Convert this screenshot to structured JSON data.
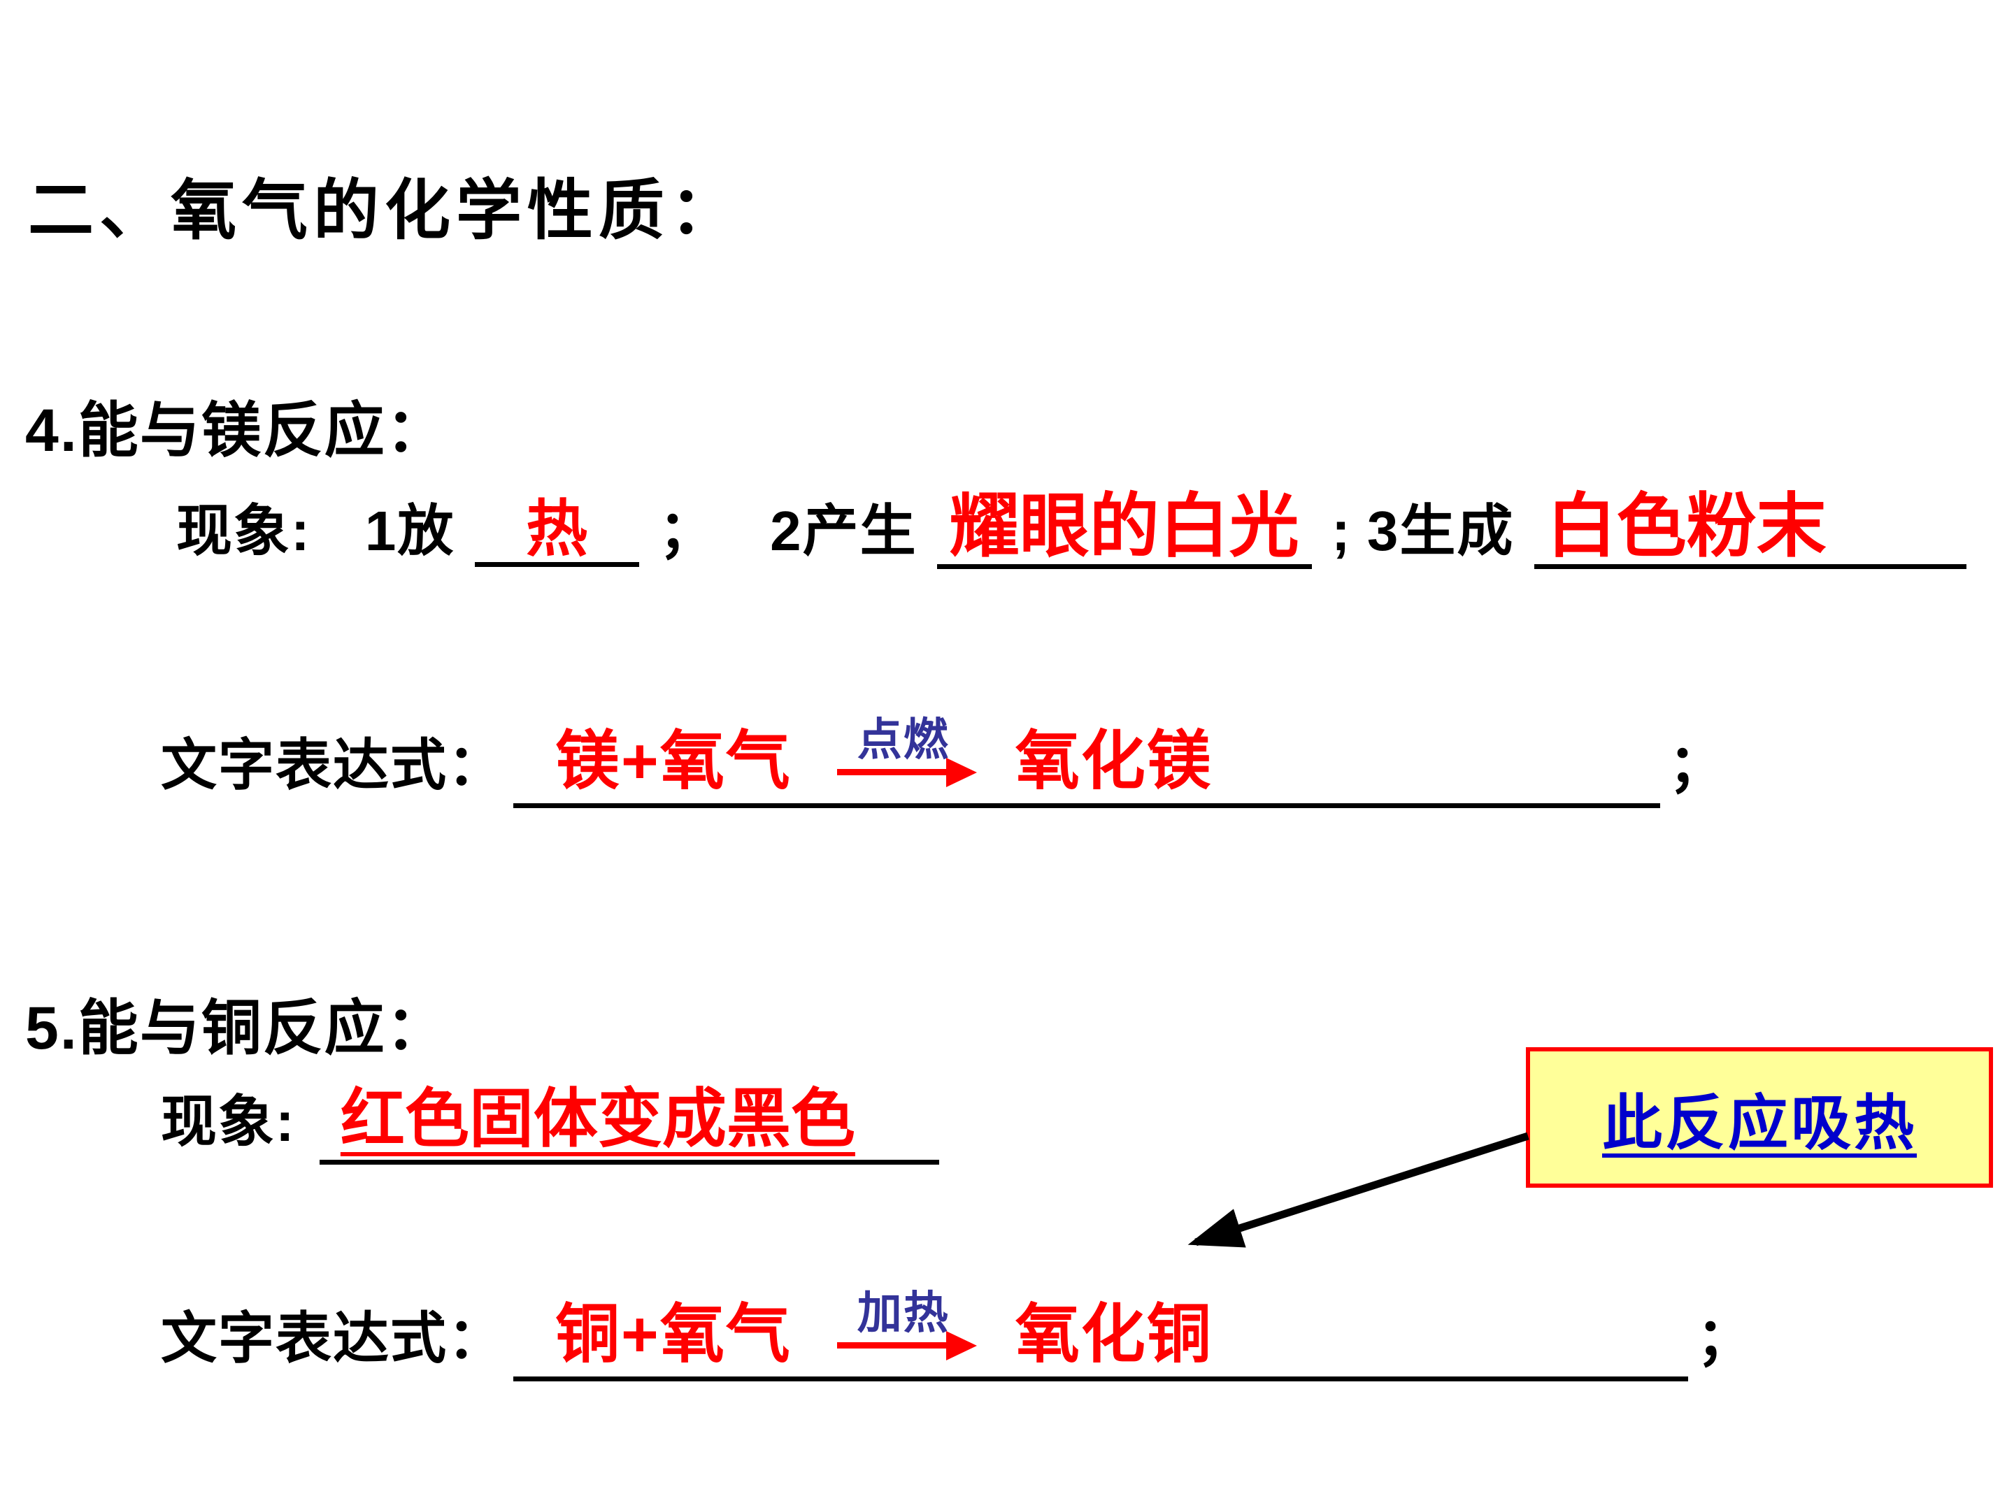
{
  "title": "二、氧气的化学性质：",
  "colors": {
    "answer_red": "#ff0000",
    "condition_blue": "#333399",
    "callout_text_blue": "#0000cc",
    "callout_background": "#ffff99",
    "callout_border": "#ff0000",
    "body_black": "#000000",
    "page_background": "#ffffff"
  },
  "section4": {
    "heading": "4.能与镁反应：",
    "phenomena": {
      "label": "现象:",
      "p1_pre": "1放",
      "p1_answer": "热",
      "p1_sep": "；",
      "p2_pre": "2产生",
      "p2_answer": "耀眼的白光",
      "p2_sep": ";",
      "p3_pre": "3生成",
      "p3_answer": "白色粉末"
    },
    "expression": {
      "label": "文字表达式：",
      "reactants": "镁+氧气",
      "condition": "点燃",
      "product": "氧化镁",
      "trailing": "；"
    }
  },
  "section5": {
    "heading": "5.能与铜反应：",
    "phenomena": {
      "label": "现象:",
      "answer": "红色固体变成黑色"
    },
    "callout": "此反应吸热",
    "expression": {
      "label": "文字表达式：",
      "reactants": "铜+氧气",
      "condition": "加热",
      "product": "氧化铜",
      "trailing": "；"
    }
  }
}
